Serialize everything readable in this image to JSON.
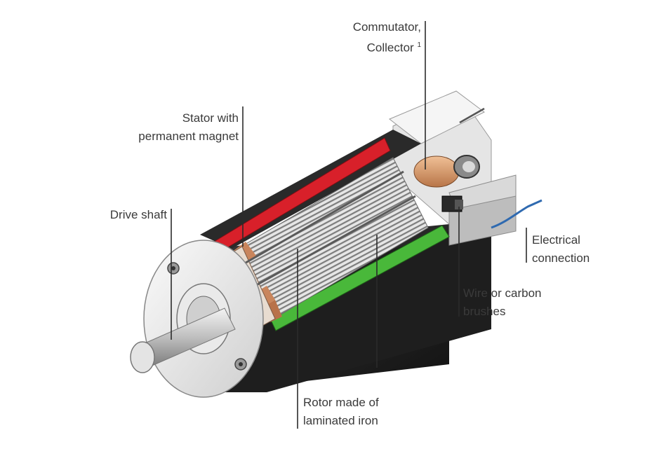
{
  "labels": {
    "commutator": {
      "line1": "Commutator,",
      "line2": "Collector",
      "footnote": "1"
    },
    "stator": {
      "line1": "Stator with",
      "line2": "permanent magnet"
    },
    "drive_shaft": {
      "line1": "Drive shaft"
    },
    "electrical": {
      "line1": "Electrical",
      "line2": "connection"
    },
    "brushes": {
      "line1": "Wire or carbon",
      "line2": "brushes"
    },
    "rotor": {
      "line1": "Rotor made of",
      "line2": "laminated iron"
    }
  },
  "colors": {
    "magnet_top": "#d8202a",
    "magnet_bottom": "#49b83a",
    "commutator": "#d89a6a",
    "housing": "#2b2b2b",
    "rotor_core": "#c9855c",
    "wire": "#2f6ab0"
  }
}
